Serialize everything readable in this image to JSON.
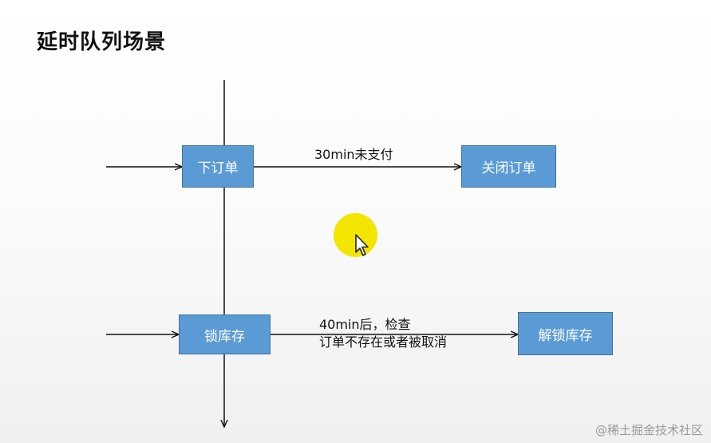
{
  "title": "延时队列场景",
  "nodes": {
    "order": "下订单",
    "close_order": "关闭订单",
    "lock_stock": "锁库存",
    "unlock_stock": "解锁库存"
  },
  "edges": {
    "order_to_close": "30min未支付",
    "lock_to_unlock_line1": "40min后，检查",
    "lock_to_unlock_line2": "订单不存在或者被取消"
  },
  "watermark": "@稀土掘金技术社区",
  "colors": {
    "box_fill": "#5b9bd5",
    "box_border": "#41719c",
    "highlight": "#f2e600"
  },
  "icons": {
    "cursor": "mouse-pointer-icon"
  }
}
